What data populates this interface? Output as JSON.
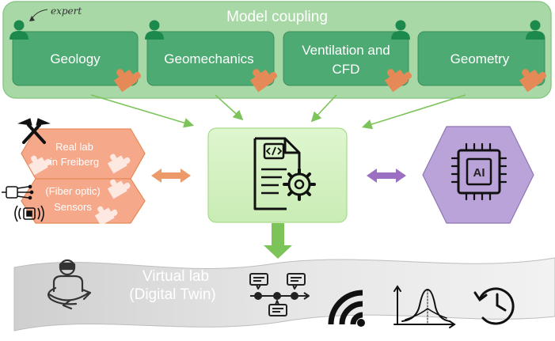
{
  "coupling": {
    "title": "Model coupling",
    "expert_note": "expert",
    "modules": [
      {
        "label": "Geology"
      },
      {
        "label": "Geomechanics"
      },
      {
        "label_line1": "Ventilation and",
        "label_line2": "CFD"
      },
      {
        "label": "Geometry"
      }
    ]
  },
  "real_lab": {
    "line1": "Real lab",
    "line2": "in Freiberg"
  },
  "sensors": {
    "line1": "(Fiber optic)",
    "line2": "Sensors"
  },
  "ai": {
    "label": "AI"
  },
  "virtual_lab": {
    "line1": "Virtual lab",
    "line2": "(Digital Twin)"
  },
  "icons": {
    "expert": "person-icon",
    "puzzle": "puzzle-piece-icon",
    "hammer": "crossed-hammers-icon",
    "fiber": "fiber-optic-icon",
    "sensor": "wireless-sensor-icon",
    "code": "code-document-gear-icon",
    "chip": "ai-chip-icon",
    "vr": "vr-headset-person-icon",
    "timeline": "timeline-icon",
    "wifi": "wireless-signal-icon",
    "curve": "distribution-chart-icon",
    "history": "history-clock-icon"
  },
  "colors": {
    "coupling_bg": "#a9d8a7",
    "module_fill": "#4daa72",
    "person": "#1d8a4d",
    "puzzle_orange": "#e58a57",
    "arrow_green": "#7cc45a",
    "center_box": "#d7f3c6",
    "lab_orange": "#f6a88a",
    "ai_purple": "#b9a3d8",
    "band_grey": "#d9d9d9"
  }
}
